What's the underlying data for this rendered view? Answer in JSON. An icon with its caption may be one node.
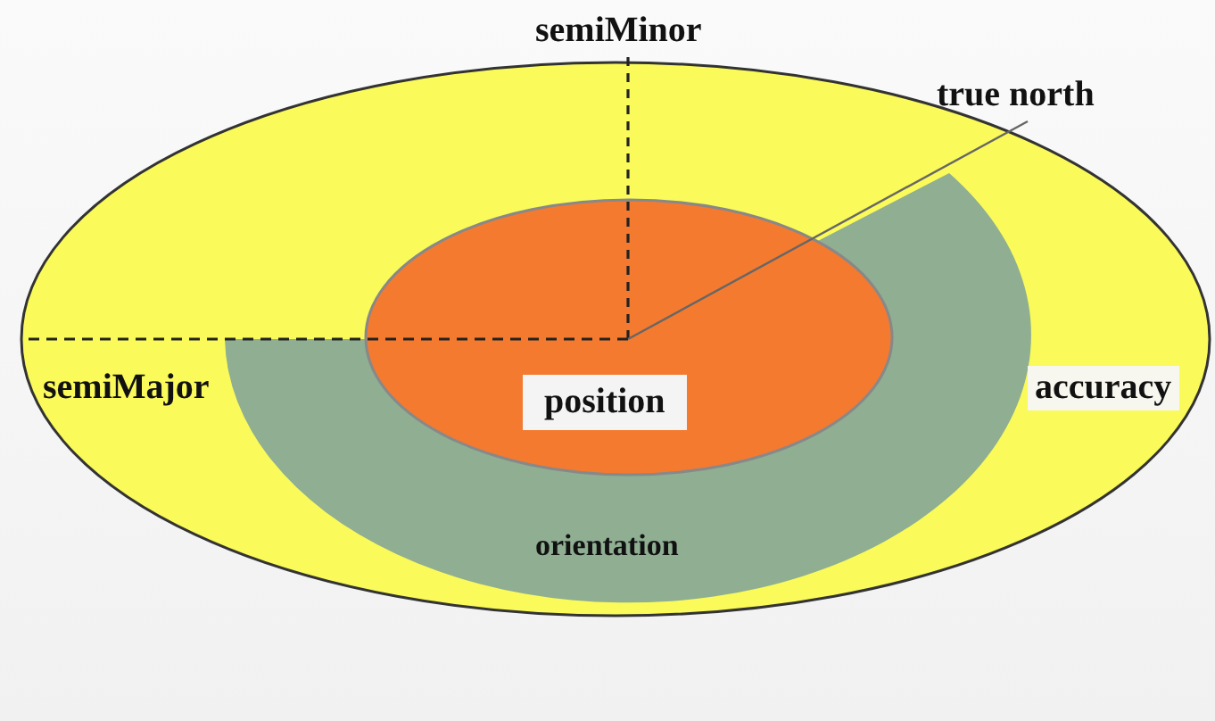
{
  "diagram": {
    "nodes": [
      {
        "text": [
          "accuracy"
        ]
      },
      {
        "text": [
          "orientation"
        ],
        "in": 0
      },
      {
        "text": [
          "position"
        ],
        "in": 0
      }
    ],
    "labels": [
      "semiMinor",
      "true north",
      "semiMajor"
    ]
  }
}
